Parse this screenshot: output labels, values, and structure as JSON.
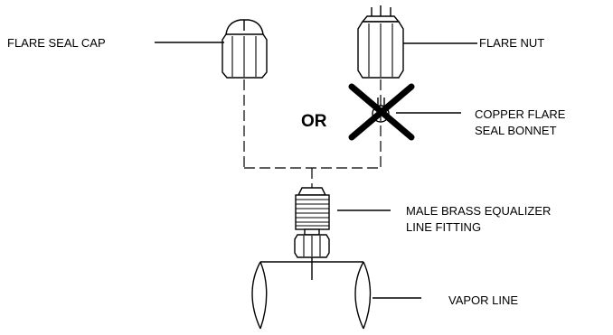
{
  "labels": {
    "flare_seal_cap": "FLARE SEAL CAP",
    "flare_nut": "FLARE NUT",
    "or": "OR",
    "copper_bonnet_line1": "COPPER FLARE",
    "copper_bonnet_line2": "SEAL BONNET",
    "male_fitting_line1": "MALE BRASS EQUALIZER",
    "male_fitting_line2": "LINE FITTING",
    "vapor_line": "VAPOR LINE"
  }
}
